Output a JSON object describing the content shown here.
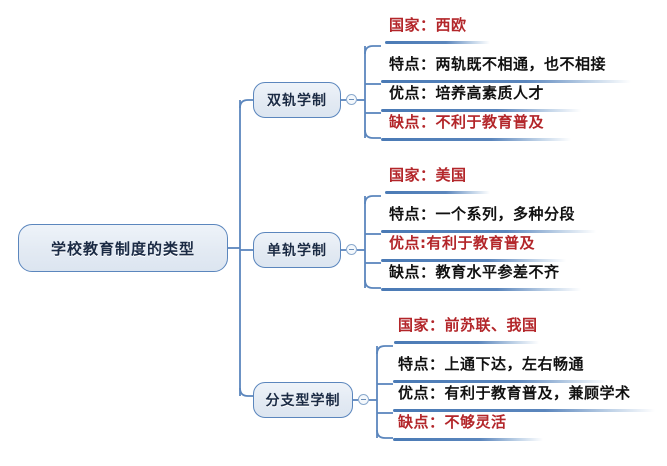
{
  "diagram": {
    "type": "mind-map",
    "title": "学校教育制度的类型",
    "colors": {
      "node_border": "#5b86bd",
      "node_fill": "#e3eaf3",
      "edge": "#5b86bd",
      "text_default": "#111111",
      "text_highlight": "#b3262a",
      "background": "#ffffff"
    },
    "root": {
      "label": "学校教育制度的类型"
    },
    "branches": [
      {
        "id": "shuanggui",
        "label": "双轨学制",
        "toggle": "collapse-toggle",
        "leaves": [
          {
            "label": "国家：",
            "value": "西欧",
            "color": "red",
            "label_color": "red"
          },
          {
            "label": "特点：",
            "value": "两轨既不相通，也不相接",
            "color": "black",
            "label_color": "black"
          },
          {
            "label": "优点：",
            "value": "培养高素质人才",
            "color": "black",
            "label_color": "black"
          },
          {
            "label": "缺点：",
            "value": "不利于教育普及",
            "color": "red",
            "label_color": "red"
          }
        ]
      },
      {
        "id": "dangui",
        "label": "单轨学制",
        "toggle": "collapse-toggle",
        "leaves": [
          {
            "label": "国家：",
            "value": "美国",
            "color": "red",
            "label_color": "red"
          },
          {
            "label": "特点：",
            "value": "一个系列，多种分段",
            "color": "black",
            "label_color": "black"
          },
          {
            "label": "优点:",
            "value": "有利于教育普及",
            "color": "red",
            "label_color": "red"
          },
          {
            "label": "缺点：",
            "value": "教育水平参差不齐",
            "color": "black",
            "label_color": "black"
          }
        ]
      },
      {
        "id": "fenzhixing",
        "label": "分支型学制",
        "toggle": "collapse-toggle",
        "leaves": [
          {
            "label": "国家：",
            "value": "前苏联、我国",
            "color": "red",
            "label_color": "red"
          },
          {
            "label": "特点：",
            "value": "上通下达，左右畅通",
            "color": "black",
            "label_color": "black"
          },
          {
            "label": "优点：",
            "value": "有利于教育普及，兼顾学术",
            "color": "black",
            "label_color": "black"
          },
          {
            "label": "缺点：",
            "value": "不够灵活",
            "color": "red",
            "label_color": "red"
          }
        ]
      }
    ]
  }
}
